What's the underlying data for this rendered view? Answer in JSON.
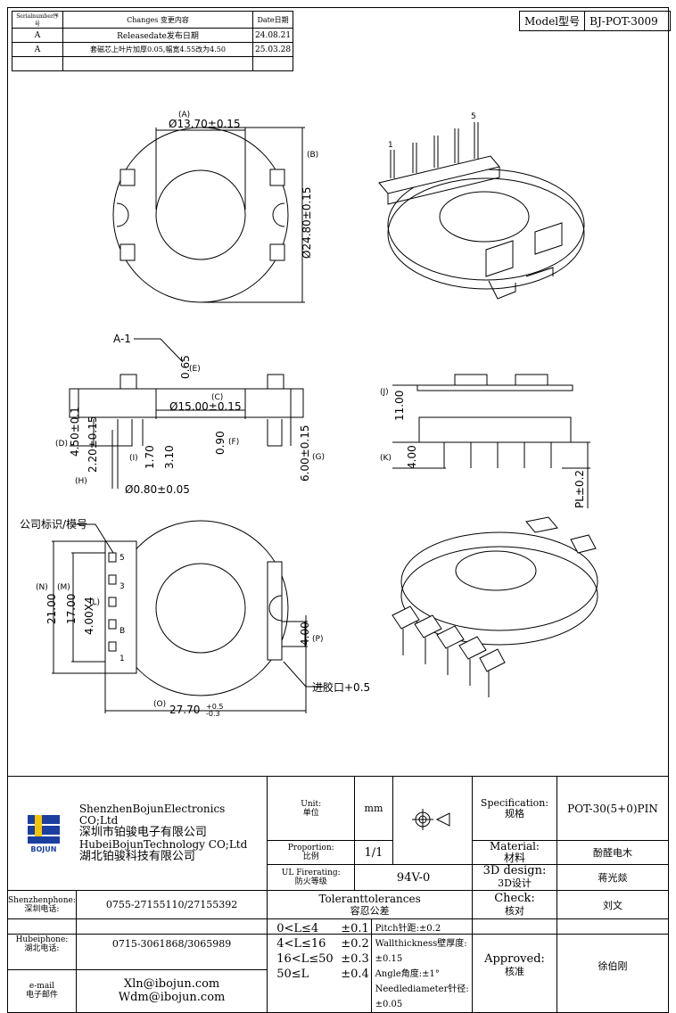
{
  "revision": {
    "headers": [
      "Serialnumber序号",
      "Changes 变更内容",
      "Date日期"
    ],
    "rows": [
      {
        "serial": "A",
        "change": "Releasedate发布日期",
        "date": "24.08.21"
      },
      {
        "serial": "A",
        "change": "套磁芯上叶片加厚0.05,幅宽4.55改为4.50",
        "date": "25.03.28"
      }
    ]
  },
  "model": {
    "label": "Model型号",
    "value": "BJ-POT-3009"
  },
  "dims": {
    "A": "(A)",
    "B": "(B)",
    "C": "(C)",
    "D": "(D)",
    "E": "(E)",
    "F": "(F)",
    "G": "(G)",
    "H": "(H)",
    "I": "(I)",
    "J": "(J)",
    "K": "(K)",
    "L": "(L)",
    "M": "(M)",
    "N": "(N)",
    "O": "(O)",
    "P": "(P)",
    "d_top": "Ø13.70±0.15",
    "d_side": "Ø24.80±0.15",
    "a1": "A-1",
    "e_val": "0.65",
    "c_val": "Ø15.00±0.15",
    "d_val": "4.50±0.1",
    "h_val": "2.20±0.15",
    "i_val": "1.70",
    "i2_val": "3.10",
    "f_val": "0.90",
    "g_val": "6.00±0.15",
    "pin_dia": "Ø0.80±0.05",
    "j_val": "11.00",
    "k_val": "4.00",
    "pl": "PL±0.2",
    "logo_note": "公司标识/模号",
    "n_val": "21.00",
    "m_val": "17.00",
    "l_val": "4.00X4",
    "p_val": "4.00",
    "o_val": "27.70",
    "o_tol_up": "+0.5",
    "o_tol_dn": "-0.3",
    "gate": "进胶口+0.5",
    "pin1": "1",
    "pin5": "5",
    "pin3": "3",
    "pinB": "B"
  },
  "titleblock": {
    "company_en1": "ShenzhenBojunElectronics CO;Ltd",
    "company_cn1": "深圳市铂骏电子有限公司",
    "company_en2": "HubeiBojunTechnology CO;Ltd",
    "company_cn2": "湖北铂骏科技有限公司",
    "logo_text": "BOJUN",
    "unit_label": "Unit:",
    "unit_label_cn": "单位",
    "unit_value": "mm",
    "proportion_label": "Proportion:",
    "proportion_label_cn": "比例",
    "proportion_value": "1/1",
    "ul_label": "UL Firerating:",
    "ul_label_cn": "防火等级",
    "ul_value": "94V-0",
    "spec_label": "Specification:",
    "spec_label_cn": "规格",
    "spec_value": "POT-30(5+0)PIN",
    "material_label": "Material:",
    "material_label_cn": "材料",
    "material_value": "酚醛电木",
    "design_label": "3D design:",
    "design_label_cn": "3D设计",
    "design_value": "蒋光燚",
    "check_label": "Check:",
    "check_label_cn": "核对",
    "check_value": "刘文",
    "approved_label": "Approved:",
    "approved_label_cn": "核准",
    "approved_value": "徐伯刚",
    "sz_phone_label": "Shenzhenphone:",
    "sz_phone_label_cn": "深圳电话:",
    "sz_phone": "0755-27155110/27155392",
    "hb_phone_label": "Hubeiphone:",
    "hb_phone_label_cn": "湖北电话:",
    "hb_phone": "0715-3061868/3065989",
    "email_label": "e-mail",
    "email_label_cn": "电子邮件",
    "email1": "Xln@ibojun.com",
    "email2": "Wdm@ibojun.com",
    "tol_title": "Toleranttolerances",
    "tol_title_cn": "容忍公差",
    "tol_rows": [
      {
        "range": "0<L≤4",
        "tol": "±0.1"
      },
      {
        "range": "4<L≤16",
        "tol": "±0.2"
      },
      {
        "range": "16<L≤50",
        "tol": "±0.3"
      },
      {
        "range": "50≤L",
        "tol": "±0.4"
      }
    ],
    "notes": [
      "Pitch针距:±0.2",
      "Wallthickness壁厚度:±0.15",
      "Angle角度:±1°",
      "Needlediameter针径:±0.05"
    ]
  }
}
